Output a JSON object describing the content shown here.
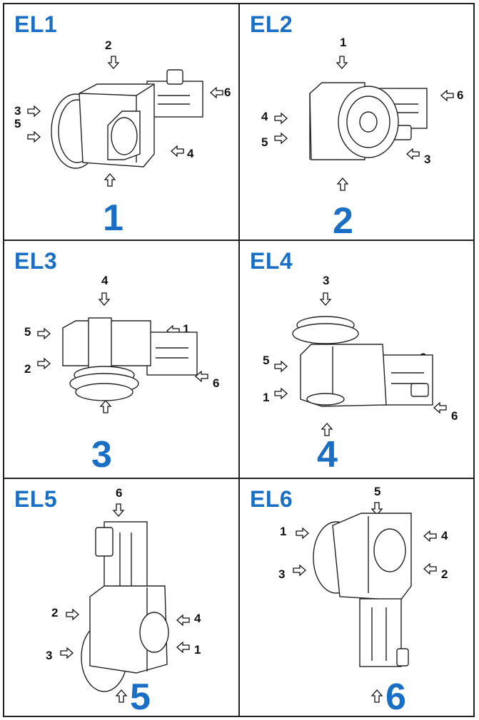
{
  "panels": [
    {
      "title": "EL1",
      "big_number": "1",
      "labels": {
        "l1": "2",
        "l2": "6",
        "l3": "3",
        "l4": "5",
        "l5": "4"
      }
    },
    {
      "title": "EL2",
      "big_number": "2",
      "labels": {
        "l1": "1",
        "l2": "6",
        "l3": "4",
        "l4": "5",
        "l5": "3"
      }
    },
    {
      "title": "EL3",
      "big_number": "3",
      "labels": {
        "l1": "4",
        "l2": "5",
        "l3": "1",
        "l4": "2",
        "l5": "6"
      }
    },
    {
      "title": "EL4",
      "big_number": "4",
      "labels": {
        "l1": "3",
        "l2": "5",
        "l3": "2",
        "l4": "1",
        "l5": "6"
      }
    },
    {
      "title": "EL5",
      "big_number": "5",
      "labels": {
        "l1": "6",
        "l2": "2",
        "l3": "4",
        "l4": "3",
        "l5": "1"
      }
    },
    {
      "title": "EL6",
      "big_number": "6",
      "labels": {
        "l1": "5",
        "l2": "1",
        "l3": "4",
        "l4": "3",
        "l5": "2"
      }
    }
  ],
  "colors": {
    "accent": "#1a6fc4",
    "line": "#222222"
  },
  "icons": [
    "arrow-down-icon",
    "arrow-up-icon",
    "arrow-left-icon",
    "arrow-right-icon",
    "gearmotor-drawing"
  ]
}
